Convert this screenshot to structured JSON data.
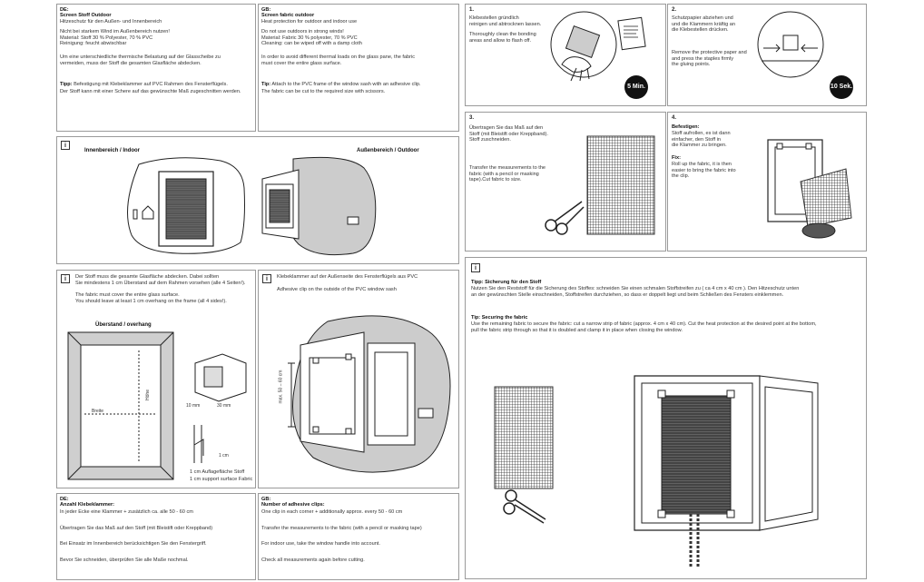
{
  "de_top": {
    "lang": "DE:",
    "title": "Screen Stoff Outdoor",
    "subtitle": "Hitzeschutz für den Außen- und Innenbereich",
    "body1": "Nicht bei starkem Wind im Außenbereich nutzen!\nMaterial: Stoff 30 % Polyester, 70 % PVC\nReinigung: feucht abwischbar",
    "body2": "Um eine unterschiedliche thermische Belastung auf der Glasscheibe zu\nvermeiden, muss der Stoff die gesamten Glasfläche abdecken.",
    "tip_label": "Tipp:",
    "tip": " Befestigung mit Klebeklammer auf PVC Rahmen des Fensterflügels.",
    "body3": "Der Stoff kann mit einer Schere auf das gewünschte Maß zugeschnitten werden."
  },
  "gb_top": {
    "lang": "GB:",
    "title": "Screen fabric outdoor",
    "subtitle": "Heat protection for outdoor and indoor use",
    "body1": "Do not use outdoors in strong winds!\nMaterial: Fabric 30 % polyester, 70 % PVC\nCleaning: can be wiped off with a damp cloth",
    "body2": "In order to avoid different thermal loads on the glass pane, the fabric\nmust cover the entire glass surface.",
    "tip_label": "Tip:",
    "tip": " Attach to the PVC frame of the window sash with an adhesive clip.",
    "body3": "The fabric can be cut to the required size with scissors."
  },
  "step1": {
    "num": "1.",
    "text_de": "Klebestellen gründlich\nreinigen und abtrocknen lassen.",
    "text_gb": "Thoroughly clean the bonding\nareas and allow to flash off.",
    "badge": "5 Min."
  },
  "step2": {
    "num": "2.",
    "text_de": "Schutzpapier abziehen und\nund die Klammern kräftig an\ndie Klebestellen drücken.",
    "text_gb": "Remove the protective paper and\nand press the staples firmly\nthe gluing points.",
    "badge": "10 Sek."
  },
  "step3": {
    "num": "3.",
    "text_de": "Übertragen Sie das Maß auf den\nStoff (mit Bleistift oder Kreppband).\nStoff zuschneiden.",
    "text_gb": "Transfer the measurements to the\nfabric (with a pencil or masking\ntape).Cut fabric to size."
  },
  "step4": {
    "num": "4.",
    "title_de": "Befestigen:",
    "text_de": "Stoff aufrollen, es ist dann\neinfacher, den Stoff in\ndie Klammer zu bringen.",
    "title_gb": "Fix:",
    "text_gb": "Roll up the fabric, it is then\neasier to bring the fabric into\nthe clip."
  },
  "indoor_panel": {
    "icon": "i",
    "label_in": "Innenbereich / Indoor",
    "label_out": "Außenbereich / Outdoor"
  },
  "overhang_panel": {
    "icon": "i",
    "text_de": "Der Stoff muss die gesamte Glasfläche abdecken. Dabei sollten\nSie mindestens 1 cm Überstand auf dem Rahmen vorsehen (alle 4 Seiten!).",
    "text_gb": "The fabric must cover the entire glass surface.\nYou should leave at least 1 cm overhang on the frame (all 4 sides!).",
    "heading": "Überstand / overhang",
    "width_label": "Breite",
    "height_label": "Höhe",
    "dim_10mm": "10 mm",
    "dim_30mm": "30 mm",
    "dim_1cm": "1 cm",
    "support_de": "1 cm Auflagefläche Stoff",
    "support_gb": "1 cm support surface Fabric"
  },
  "clip_panel": {
    "icon": "i",
    "text_de": "Klebeklammer auf der Außenseite des Fensterflügels aus PVC",
    "text_gb": "Adhesive clip on the outside of the PVC window sash",
    "dim_label": "max. 50 – 60 cm"
  },
  "de_bottom": {
    "lang": "DE:",
    "title": "Anzahl Klebeklammer:",
    "body1": "In jeder Ecke eine Klammer + zusätzlich ca. alle 50 - 60 cm",
    "body2": "Übertragen Sie das Maß auf den Stoff (mit Bleistift oder Kreppband)",
    "body3": "Bei Einsatz im Innenbereich berücksichtigen Sie den Fenstergriff.",
    "body4": "Bevor Sie schneiden, überprüfen Sie alle Maße nochmal."
  },
  "gb_bottom": {
    "lang": "GB:",
    "title": "Number of adhesive clips:",
    "body1": "One clip in each corner + additionally approx. every 50 - 60 cm",
    "body2": "Transfer the measurements to the fabric (with a pencil or masking tape)",
    "body3": "For indoor use, take the window handle into account.",
    "body4": "Check all measurements again before cutting."
  },
  "securing_panel": {
    "icon": "i",
    "title_de": "Tipp: Sicherung für den Stoff",
    "text_de": "Nutzen Sie den Reststoff für die Sicherung des Stoffes: schneiden Sie einen schmalen Stoffstreifen zu ( ca 4 cm x 40 cm ). Den Hitzeschutz unten\nan der gewünschten Stelle einschneiden, Stoffstreifen durchziehen, so dass er doppelt liegt und beim Schließen des Fensters einklemmen.",
    "title_gb": "Tip: Securing the fabric",
    "text_gb": "Use the remaining fabric to secure the fabric: cut a narrow strip of fabric (approx. 4 cm x 40 cm). Cut the heat protection at the desired point at the bottom,\npull the fabric strip through so that it is doubled and clamp it in place when closing the window."
  }
}
